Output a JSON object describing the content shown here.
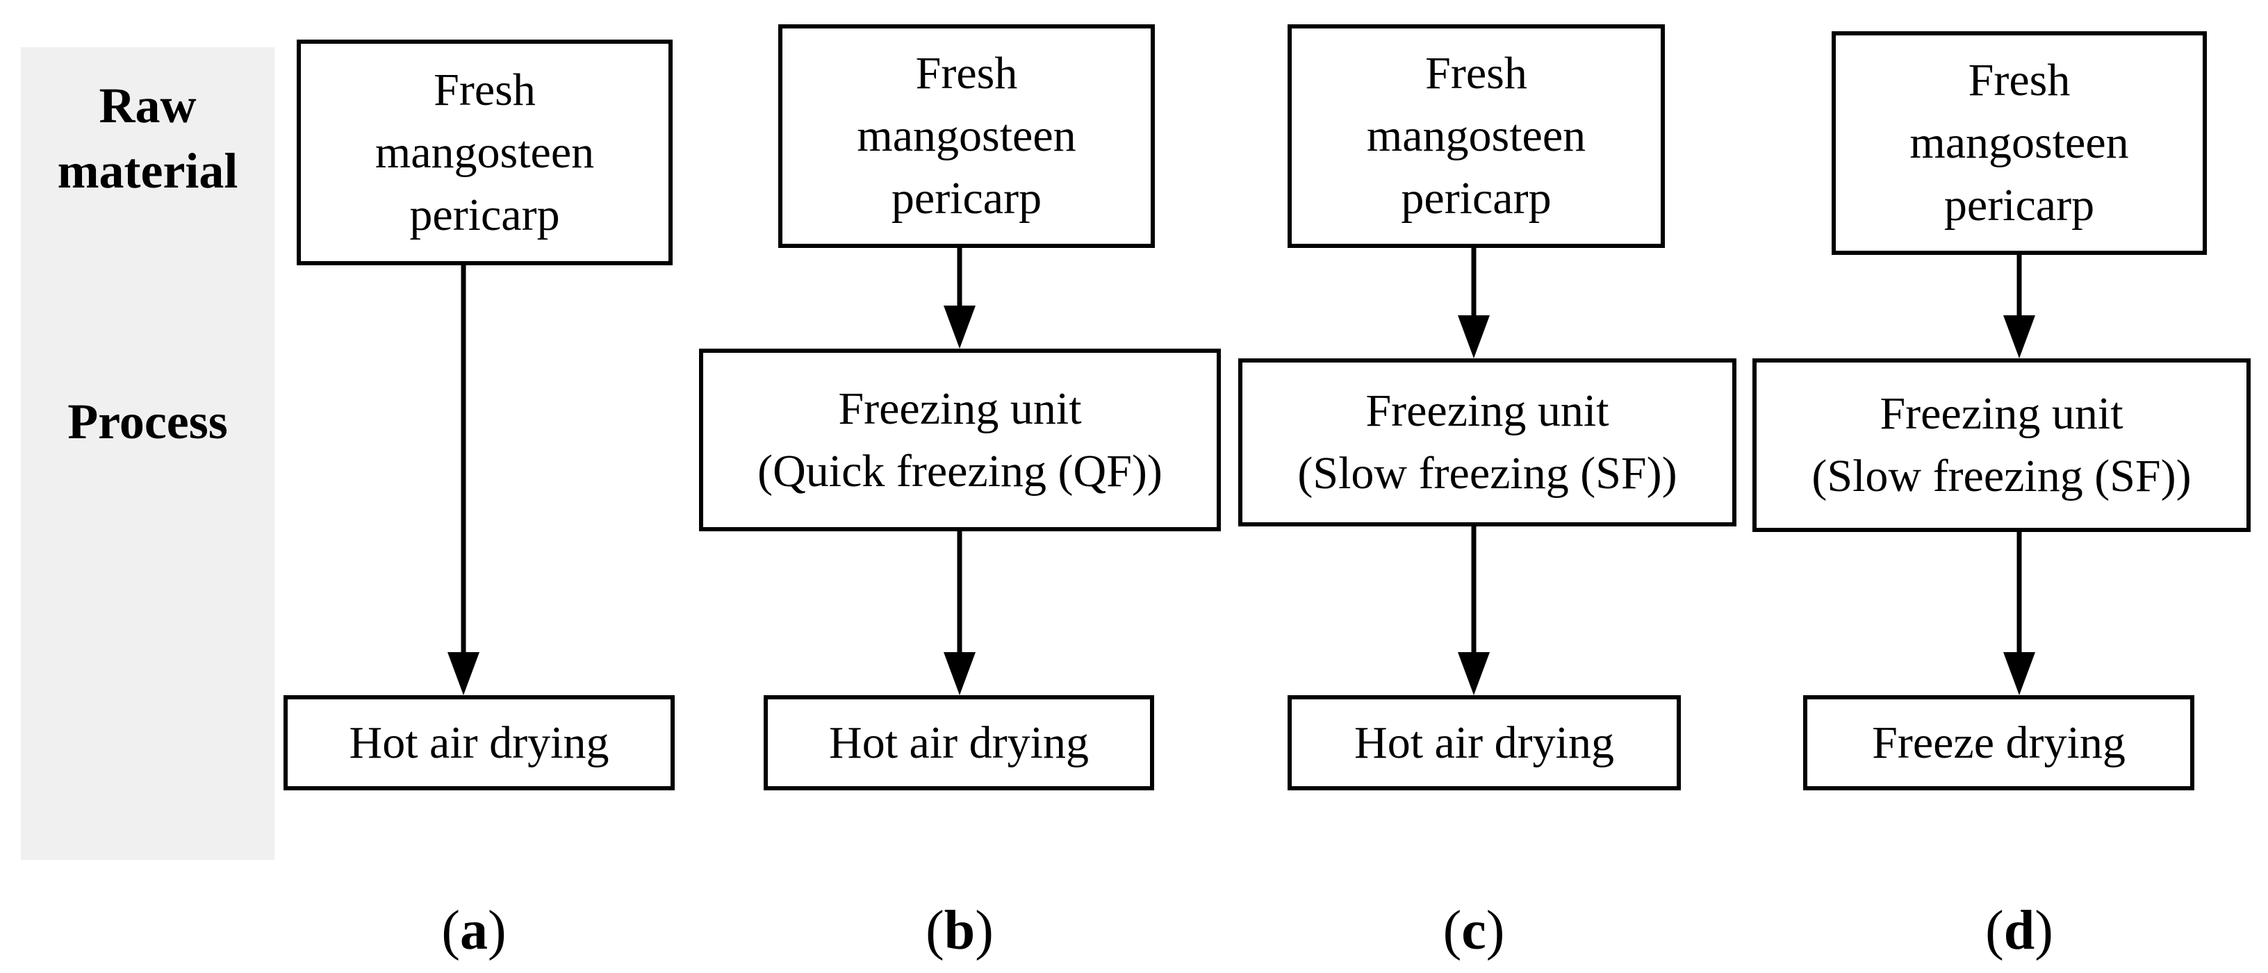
{
  "figure": {
    "row_headers": {
      "raw_material_line1": "Raw",
      "raw_material_line2": "material",
      "process": "Process"
    },
    "columns": [
      {
        "caption": {
          "open": "(",
          "letter": "a",
          "close": ")"
        },
        "raw_material_lines": [
          "Fresh",
          "mangosteen",
          "pericarp"
        ],
        "drying": "Hot air drying"
      },
      {
        "caption": {
          "open": "(",
          "letter": "b",
          "close": ")"
        },
        "raw_material_lines": [
          "Fresh",
          "mangosteen",
          "pericarp"
        ],
        "freezing_lines": [
          "Freezing unit",
          "(Quick freezing (QF))"
        ],
        "drying": "Hot air drying"
      },
      {
        "caption": {
          "open": "(",
          "letter": "c",
          "close": ")"
        },
        "raw_material_lines": [
          "Fresh",
          "mangosteen",
          "pericarp"
        ],
        "freezing_lines": [
          "Freezing unit",
          "(Slow freezing (SF))"
        ],
        "drying": "Hot air drying"
      },
      {
        "caption": {
          "open": "(",
          "letter": "d",
          "close": ")"
        },
        "raw_material_lines": [
          "Fresh",
          "mangosteen",
          "pericarp"
        ],
        "freezing_lines": [
          "Freezing unit",
          "(Slow freezing (SF))"
        ],
        "drying": "Freeze drying"
      }
    ],
    "colors": {
      "sidebar_bg": "#f0f0f0",
      "box_border": "#000000",
      "text": "#000000"
    }
  }
}
